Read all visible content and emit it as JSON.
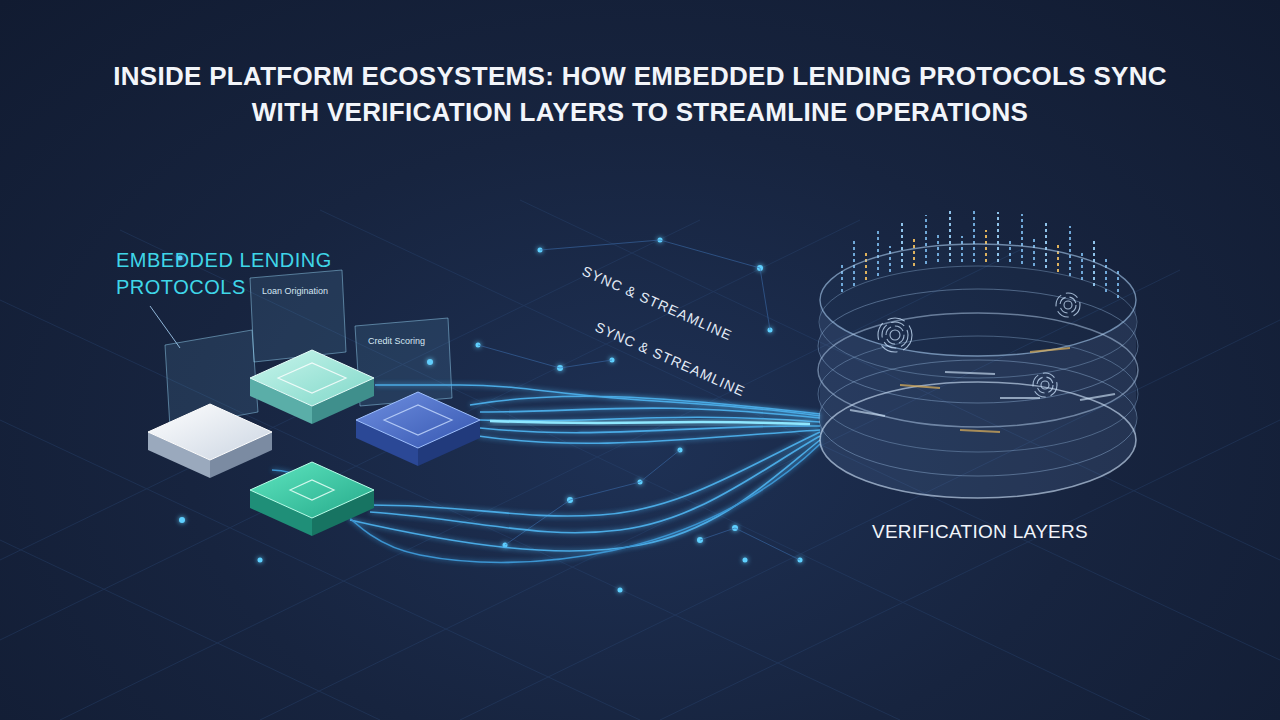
{
  "diagram": {
    "title": "INSIDE PLATFORM ECOSYSTEMS: HOW EMBEDDED LENDING PROTOCOLS SYNC WITH VERIFICATION LAYERS TO STREAMLINE OPERATIONS",
    "nodes": [
      {
        "text": [
          "EMBEDDED LENDING PROTOCOLS"
        ]
      },
      {
        "text": [
          "VERIFICATION LAYERS"
        ]
      }
    ],
    "edges": [
      {
        "from": 0,
        "to": 1,
        "arrow": "none"
      }
    ],
    "labels": [
      "SYNC & STREAMLINE",
      "SYNC & STREAMLINE",
      "Loan Origination",
      "Credit Scoring"
    ]
  }
}
